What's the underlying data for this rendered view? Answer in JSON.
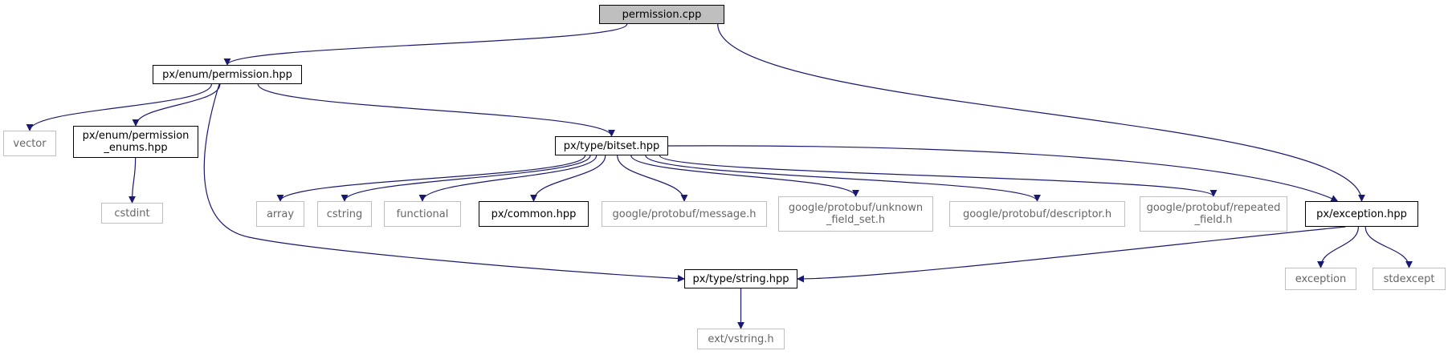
{
  "graph": {
    "edge_color": "#191970",
    "nodes": [
      {
        "id": "permission_cpp",
        "label": "permission.cpp",
        "kind": "root"
      },
      {
        "id": "px_enum_permission_hpp",
        "label": "px/enum/permission.hpp",
        "kind": "internal"
      },
      {
        "id": "vector",
        "label": "vector",
        "kind": "external"
      },
      {
        "id": "px_enum_permission_enums_hpp",
        "label": "px/enum/permission\n_enums.hpp",
        "kind": "internal"
      },
      {
        "id": "cstdint",
        "label": "cstdint",
        "kind": "external"
      },
      {
        "id": "px_type_bitset_hpp",
        "label": "px/type/bitset.hpp",
        "kind": "internal"
      },
      {
        "id": "array",
        "label": "array",
        "kind": "external"
      },
      {
        "id": "cstring",
        "label": "cstring",
        "kind": "external"
      },
      {
        "id": "functional",
        "label": "functional",
        "kind": "external"
      },
      {
        "id": "px_common_hpp",
        "label": "px/common.hpp",
        "kind": "internal"
      },
      {
        "id": "protobuf_message_h",
        "label": "google/protobuf/message.h",
        "kind": "external"
      },
      {
        "id": "protobuf_unknown_field_set_h",
        "label": "google/protobuf/unknown\n_field_set.h",
        "kind": "external"
      },
      {
        "id": "protobuf_descriptor_h",
        "label": "google/protobuf/descriptor.h",
        "kind": "external"
      },
      {
        "id": "protobuf_repeated_field_h",
        "label": "google/protobuf/repeated\n_field.h",
        "kind": "external"
      },
      {
        "id": "px_exception_hpp",
        "label": "px/exception.hpp",
        "kind": "internal"
      },
      {
        "id": "px_type_string_hpp",
        "label": "px/type/string.hpp",
        "kind": "internal"
      },
      {
        "id": "exception",
        "label": "exception",
        "kind": "external"
      },
      {
        "id": "stdexcept",
        "label": "stdexcept",
        "kind": "external"
      },
      {
        "id": "ext_vstring_h",
        "label": "ext/vstring.h",
        "kind": "external"
      }
    ],
    "edges": [
      {
        "from": "permission_cpp",
        "to": "px_enum_permission_hpp"
      },
      {
        "from": "permission_cpp",
        "to": "px_exception_hpp"
      },
      {
        "from": "px_enum_permission_hpp",
        "to": "vector"
      },
      {
        "from": "px_enum_permission_hpp",
        "to": "px_enum_permission_enums_hpp"
      },
      {
        "from": "px_enum_permission_hpp",
        "to": "px_type_bitset_hpp"
      },
      {
        "from": "px_enum_permission_hpp",
        "to": "px_type_string_hpp"
      },
      {
        "from": "px_enum_permission_enums_hpp",
        "to": "cstdint"
      },
      {
        "from": "px_type_bitset_hpp",
        "to": "array"
      },
      {
        "from": "px_type_bitset_hpp",
        "to": "cstring"
      },
      {
        "from": "px_type_bitset_hpp",
        "to": "functional"
      },
      {
        "from": "px_type_bitset_hpp",
        "to": "px_common_hpp"
      },
      {
        "from": "px_type_bitset_hpp",
        "to": "protobuf_message_h"
      },
      {
        "from": "px_type_bitset_hpp",
        "to": "protobuf_unknown_field_set_h"
      },
      {
        "from": "px_type_bitset_hpp",
        "to": "protobuf_descriptor_h"
      },
      {
        "from": "px_type_bitset_hpp",
        "to": "protobuf_repeated_field_h"
      },
      {
        "from": "px_type_bitset_hpp",
        "to": "px_exception_hpp"
      },
      {
        "from": "px_exception_hpp",
        "to": "px_type_string_hpp"
      },
      {
        "from": "px_exception_hpp",
        "to": "exception"
      },
      {
        "from": "px_exception_hpp",
        "to": "stdexcept"
      },
      {
        "from": "px_type_string_hpp",
        "to": "ext_vstring_h"
      }
    ]
  }
}
